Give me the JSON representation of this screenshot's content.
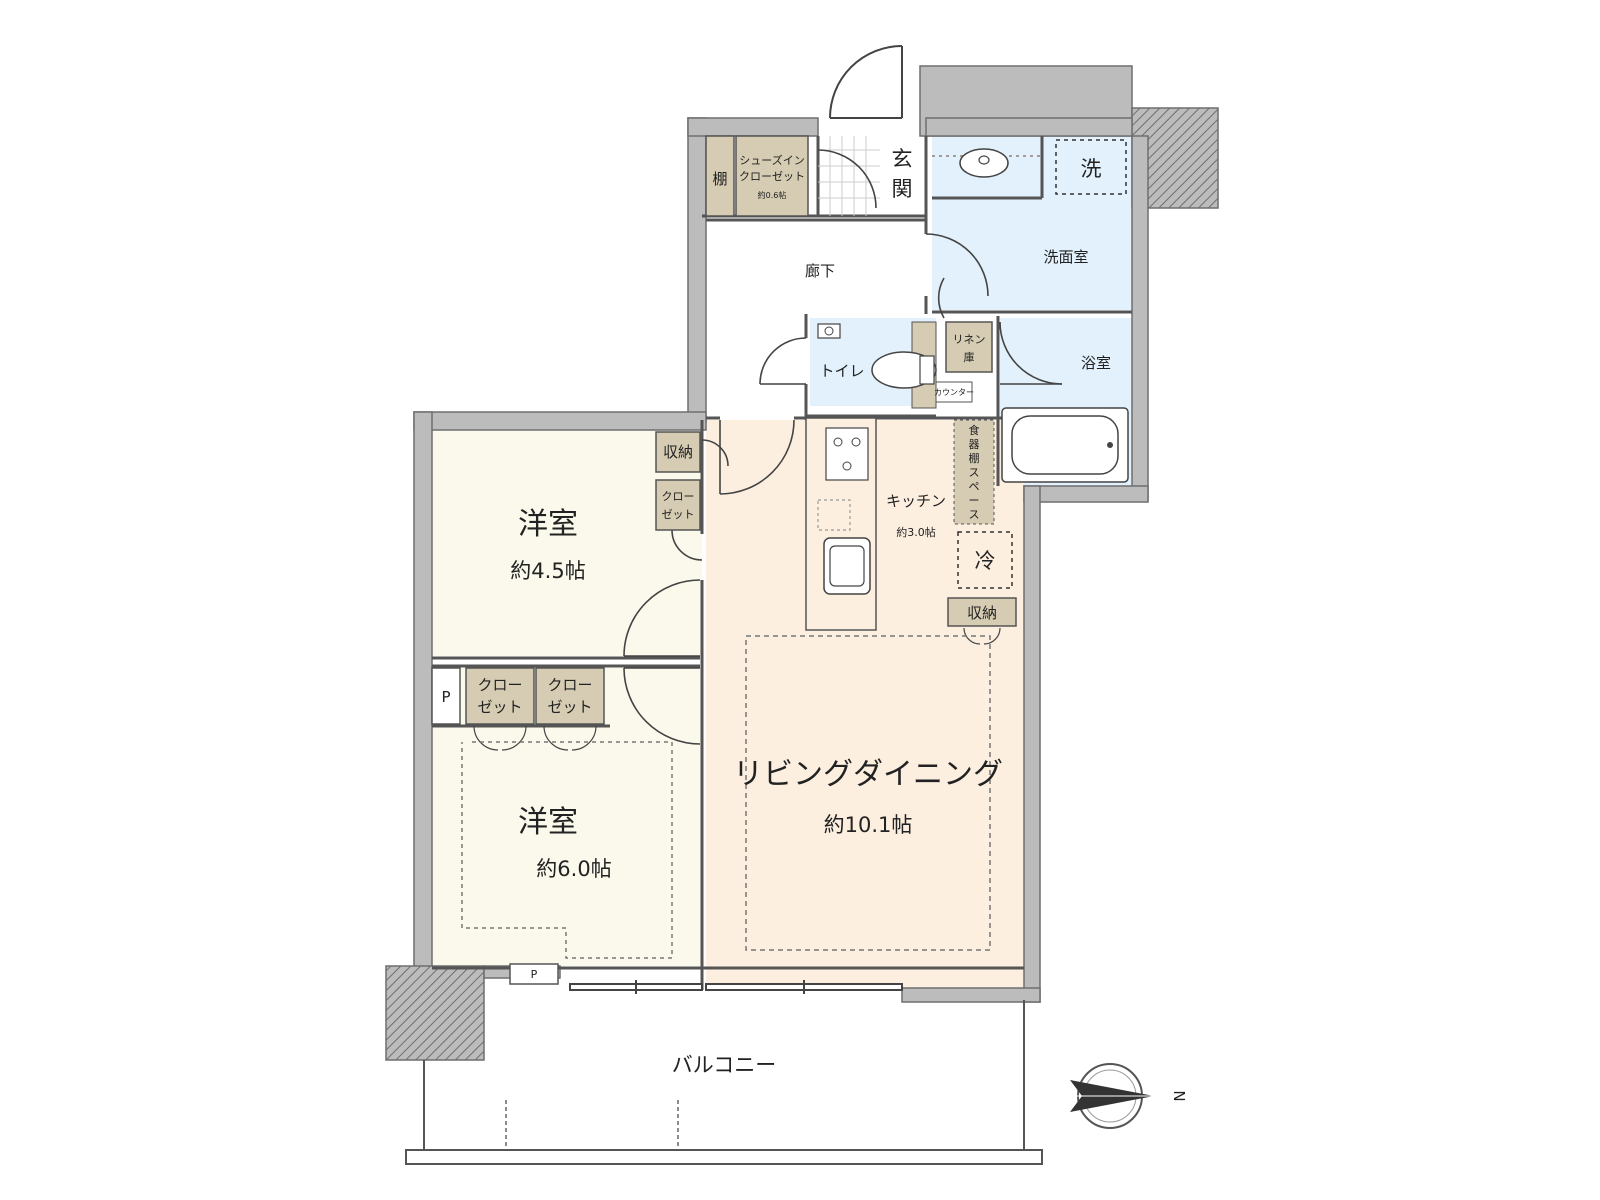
{
  "rooms": {
    "genkan": {
      "line1": "玄",
      "line2": "関"
    },
    "shoes_closet": {
      "line1": "シューズイン",
      "line2": "クローゼット",
      "size": "約0.6帖"
    },
    "shelf": "棚",
    "washroom": "洗面室",
    "washer": "洗",
    "corridor": "廊下",
    "toilet": "トイレ",
    "linen": {
      "line1": "リネン",
      "line2": "庫"
    },
    "counter": "カウンター",
    "bath": "浴室",
    "kitchen": {
      "name": "キッチン",
      "size": "約3.0帖"
    },
    "dish_shelf": [
      "食",
      "器",
      "棚",
      "ス",
      "ペ",
      "ー",
      "ス"
    ],
    "fridge": "冷",
    "storage_kitchen": "収納",
    "storage_small": "収納",
    "closet_small": {
      "line1": "クロー",
      "line2": "ゼット"
    },
    "western1": {
      "name": "洋室",
      "size": "約4.5帖"
    },
    "western2": {
      "name": "洋室",
      "size": "約6.0帖"
    },
    "closet_a": {
      "line1": "クロー",
      "line2": "ゼット"
    },
    "closet_b": {
      "line1": "クロー",
      "line2": "ゼット"
    },
    "ps_side": "P",
    "ps_bottom": "P",
    "living": {
      "name": "リビングダイニング",
      "size": "約10.1帖"
    },
    "balcony": "バルコニー"
  },
  "compass": {
    "north_label": "N"
  },
  "colors": {
    "wall": "#bcbcbc",
    "wall_edge": "#6e6e6e",
    "wet_area": "#e2f1fb",
    "living": "#fcefe0",
    "western": "#fbf9ec",
    "storage": "#d6ccb3",
    "line": "#555555"
  }
}
